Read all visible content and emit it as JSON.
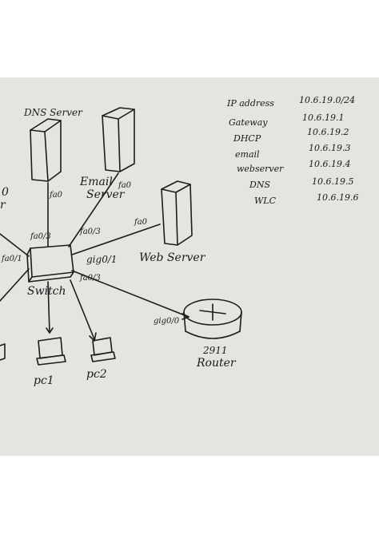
{
  "labels": {
    "dns_server": "DNS Server",
    "email_server_line1": "Email",
    "email_server_line2": "Server",
    "web_server": "Web Server",
    "switch": "Switch",
    "router_line1": "2911",
    "router_line2": "Router",
    "pc1": "pc1",
    "pc2": "pc2",
    "left_partial_top": "0",
    "left_partial_mid": "r"
  },
  "ports": {
    "dns_server_fa0": "fa0",
    "email_server_fa0": "fa0",
    "web_server_fa0": "fa0",
    "switch_fa0_3_top": "fa0/3",
    "switch_fa0_3_right": "fa0/3",
    "switch_fa0_1": "fa0/1",
    "switch_gig0_1": "gig0/1",
    "switch_fa0_3_low": "fa0/3",
    "router_gig0_0": "gig0/0"
  },
  "ip_table": [
    {
      "label": "IP address",
      "value": "10.6.19.0/24"
    },
    {
      "label": "Gateway",
      "value": "10.6.19.1"
    },
    {
      "label": "DHCP",
      "value": "10.6.19.2"
    },
    {
      "label": "email",
      "value": "10.6.19.3"
    },
    {
      "label": "webserver",
      "value": "10.6.19.4"
    },
    {
      "label": "DNS",
      "value": "10.6.19.5"
    },
    {
      "label": "WLC",
      "value": "10.6.19.6"
    }
  ]
}
